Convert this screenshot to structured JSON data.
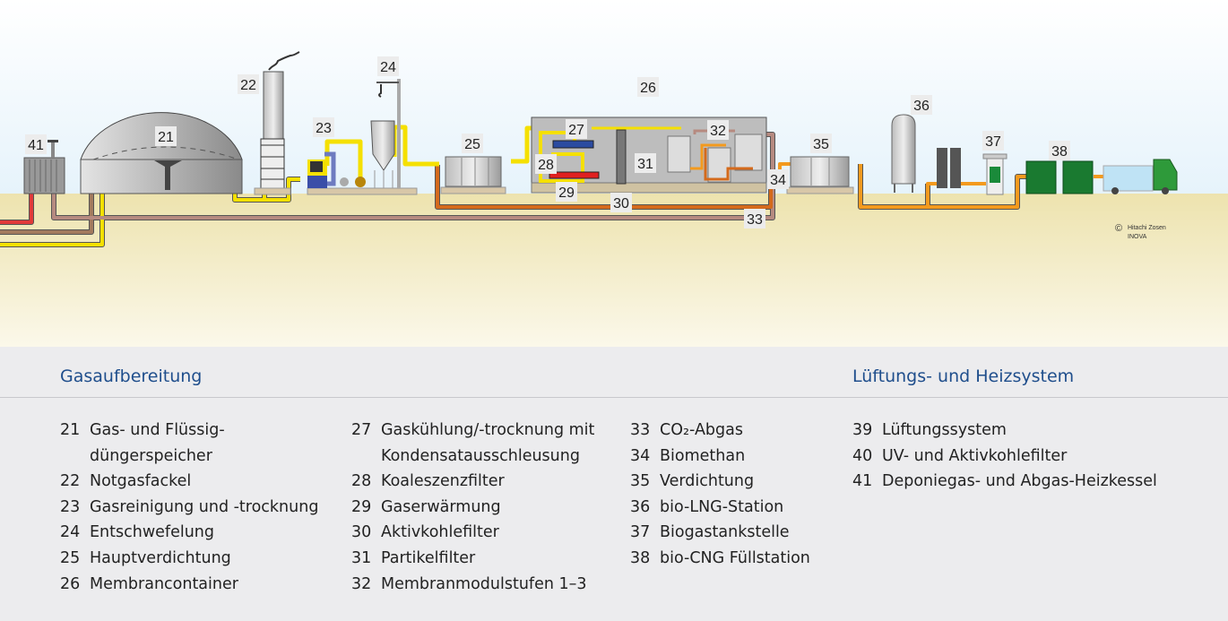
{
  "labels": {
    "l21": "21",
    "l22": "22",
    "l23": "23",
    "l24": "24",
    "l25": "25",
    "l26": "26",
    "l27": "27",
    "l28": "28",
    "l29": "29",
    "l30": "30",
    "l31": "31",
    "l32": "32",
    "l33": "33",
    "l34": "34",
    "l35": "35",
    "l36": "36",
    "l37": "37",
    "l38": "38",
    "l41": "41"
  },
  "copyright": {
    "symbol": "©",
    "line1": "Hitachi Zosen",
    "line2": "INOVA"
  },
  "colors": {
    "biogas": "#f5e000",
    "biomethane": "#f39a1e",
    "offgas": "#b68a80",
    "heat": "#e03a3a",
    "sky": "#eaf5fc",
    "ground": "#efe7b8",
    "heading": "#1f4e8c"
  },
  "legend": {
    "heading_left": "Gasaufbereitung",
    "heading_right": "Lüftungs- und Heizsystem",
    "col1": [
      {
        "num": "21",
        "text": "Gas- und Flüssig-\ndüngerspeicher"
      },
      {
        "num": "22",
        "text": "Notgasfackel"
      },
      {
        "num": "23",
        "text": "Gasreinigung und -trocknung"
      },
      {
        "num": "24",
        "text": "Entschwefelung"
      },
      {
        "num": "25",
        "text": "Hauptverdichtung"
      },
      {
        "num": "26",
        "text": "Membrancontainer"
      }
    ],
    "col2": [
      {
        "num": "27",
        "text": "Gaskühlung/-trocknung mit\nKondensatausschleusung"
      },
      {
        "num": "28",
        "text": "Koaleszenzfilter"
      },
      {
        "num": "29",
        "text": "Gaserwärmung"
      },
      {
        "num": "30",
        "text": "Aktivkohlefilter"
      },
      {
        "num": "31",
        "text": "Partikelfilter"
      },
      {
        "num": "32",
        "text": "Membranmodulstufen 1–3"
      }
    ],
    "col3": [
      {
        "num": "33",
        "text": "CO₂-Abgas"
      },
      {
        "num": "34",
        "text": "Biomethan"
      },
      {
        "num": "35",
        "text": "Verdichtung"
      },
      {
        "num": "36",
        "text": "bio-LNG-Station"
      },
      {
        "num": "37",
        "text": "Biogastankstelle"
      },
      {
        "num": "38",
        "text": "bio-CNG Füllstation"
      }
    ],
    "col4": [
      {
        "num": "39",
        "text": "Lüftungssystem"
      },
      {
        "num": "40",
        "text": "UV- und Aktivkohlefilter"
      },
      {
        "num": "41",
        "text": "Deponiegas- und Abgas-Heizkessel"
      }
    ]
  }
}
